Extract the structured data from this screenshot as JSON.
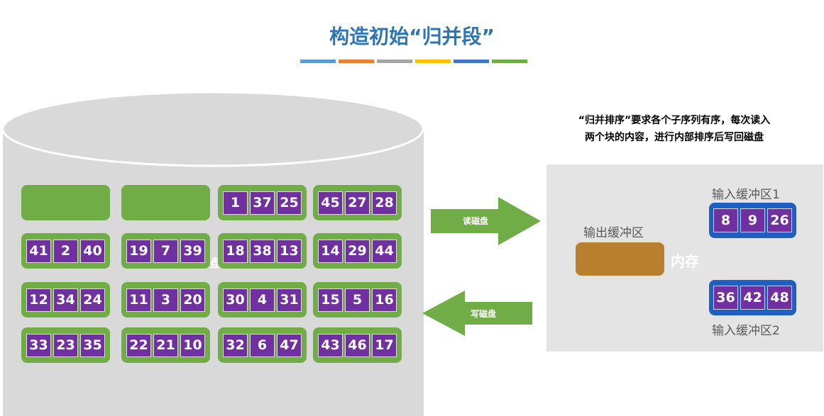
{
  "title": "构造初始“归并段”",
  "colorbar": [
    "#5b9bd5",
    "#ed7d31",
    "#a5a5a5",
    "#ffc000",
    "#4472c4",
    "#70ad47"
  ],
  "disk": {
    "label_fragment": "盘",
    "rows": [
      [
        [],
        [],
        [
          "1",
          "37",
          "25"
        ],
        [
          "45",
          "27",
          "28"
        ]
      ],
      [
        [
          "41",
          "2",
          "40"
        ],
        [
          "19",
          "7",
          "39"
        ],
        [
          "18",
          "38",
          "13"
        ],
        [
          "14",
          "29",
          "44"
        ]
      ],
      [
        [
          "12",
          "34",
          "24"
        ],
        [
          "11",
          "3",
          "20"
        ],
        [
          "30",
          "4",
          "31"
        ],
        [
          "15",
          "5",
          "16"
        ]
      ],
      [
        [
          "33",
          "23",
          "35"
        ],
        [
          "22",
          "21",
          "10"
        ],
        [
          "32",
          "6",
          "47"
        ],
        [
          "43",
          "46",
          "17"
        ]
      ]
    ]
  },
  "arrows": {
    "read": "读磁盘",
    "write": "写磁盘"
  },
  "note": {
    "line1": "“归并排序”要求各个子序列有序，每次读入",
    "line2": "两个块的内容，进行内部排序后写回磁盘"
  },
  "memory": {
    "label": "内存",
    "output_buffer_label": "输出缓冲区",
    "input_buffer1_label": "输入缓冲区1",
    "input_buffer1": [
      "8",
      "9",
      "26"
    ],
    "input_buffer2_label": "输入缓冲区2",
    "input_buffer2": [
      "36",
      "42",
      "48"
    ]
  }
}
